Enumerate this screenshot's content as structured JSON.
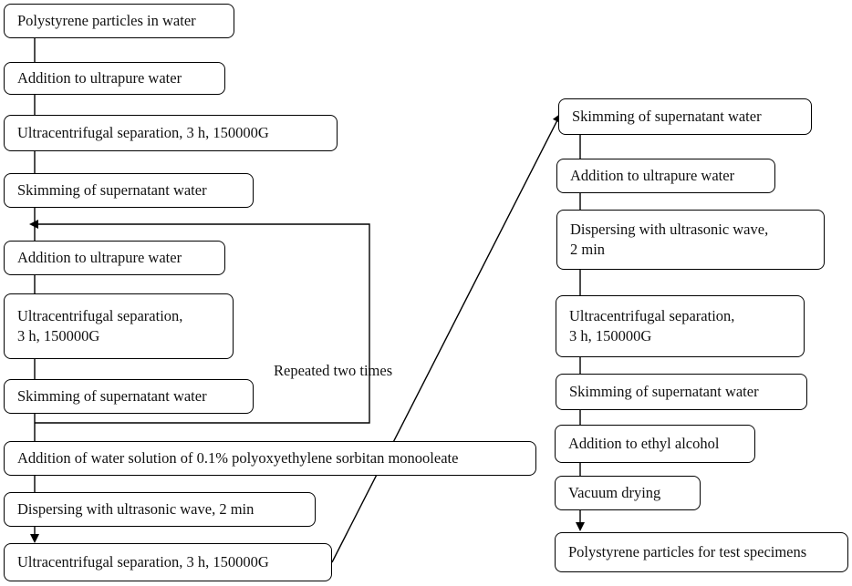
{
  "steps_left": [
    "Polystyrene particles in water",
    "Addition to ultrapure water",
    "Ultracentrifugal separation, 3 h, 150000G",
    "Skimming of supernatant water",
    "Addition to ultrapure water",
    "Ultracentrifugal separation,\n3 h, 150000G",
    "Skimming of supernatant water",
    "Addition of water solution of 0.1% polyoxyethylene sorbitan monooleate",
    "Dispersing with ultrasonic wave, 2 min",
    "Ultracentrifugal separation, 3 h, 150000G"
  ],
  "steps_right": [
    "Skimming of supernatant water",
    "Addition to ultrapure water",
    "Dispersing with ultrasonic wave,\n2 min",
    "Ultracentrifugal separation,\n3 h, 150000G",
    "Skimming of supernatant water",
    "Addition to ethyl alcohol",
    "Vacuum drying",
    "Polystyrene particles for test specimens"
  ],
  "loop_label": "Repeated two times"
}
